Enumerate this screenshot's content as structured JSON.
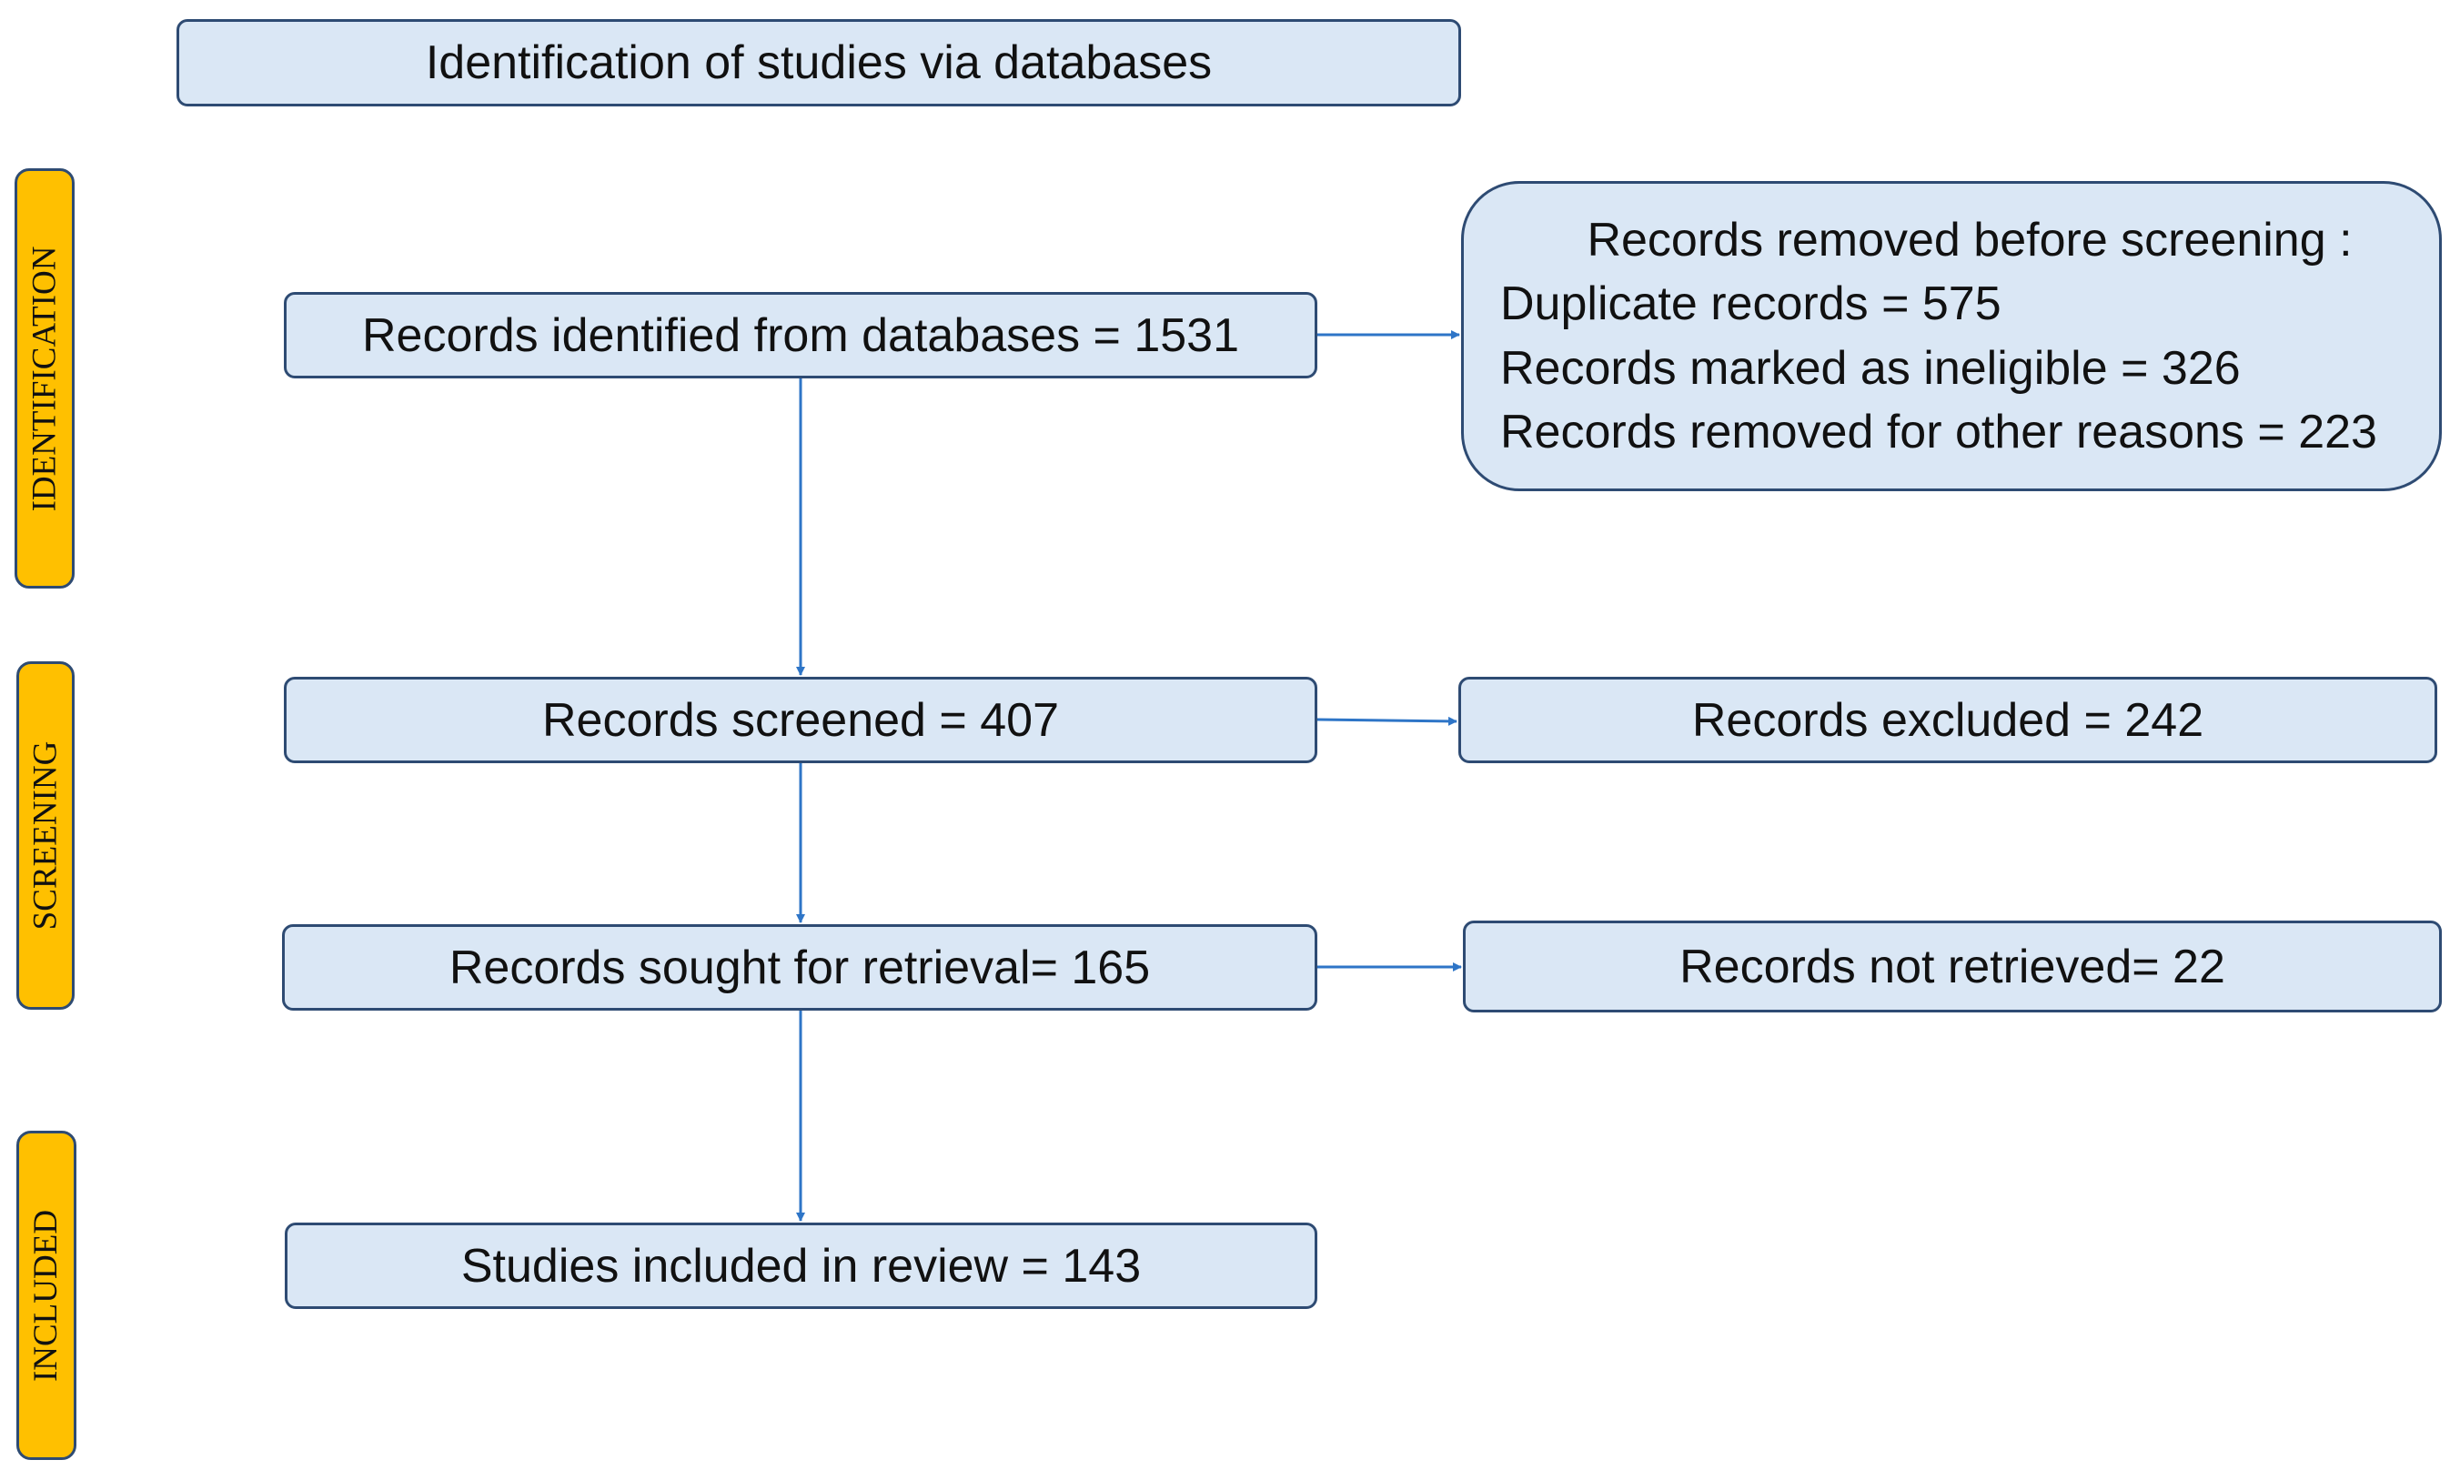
{
  "header": {
    "title": "Identification of studies via databases"
  },
  "phases": {
    "identification": "IDENTIFICATION",
    "screening": "SCREENING",
    "included": "INCLUDED"
  },
  "flow": {
    "identified": "Records identified from databases = 1531",
    "removed": {
      "heading": "Records removed before screening :",
      "duplicates": "Duplicate records = 575",
      "ineligible": "Records marked as ineligible = 326",
      "other": "Records removed for other reasons = 223"
    },
    "screened": "Records screened = 407",
    "excluded": "Records excluded = 242",
    "sought": "Records sought for retrieval=  165",
    "not_retrieved": "Records not retrieved= 22",
    "included": "Studies included in review = 143"
  },
  "colors": {
    "box_fill": "#dae7f5",
    "box_border": "#2e4b73",
    "phase_fill": "#ffc000",
    "arrow": "#2e75c7"
  }
}
